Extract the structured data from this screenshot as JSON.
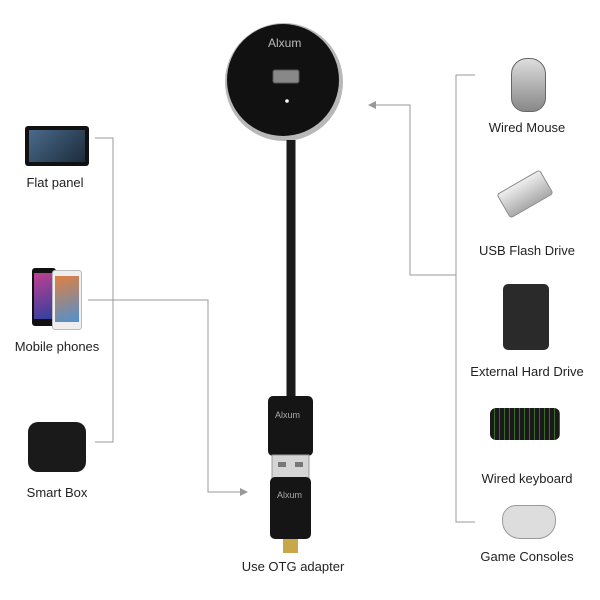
{
  "hub": {
    "brand": "Alxum"
  },
  "adapter": {
    "label": "Use OTG adapter",
    "brand": "Alxum"
  },
  "left_devices": [
    {
      "label": "Flat panel",
      "icon": "tablet-icon"
    },
    {
      "label": "Mobile phones",
      "icon": "phone-icon"
    },
    {
      "label": "Smart Box",
      "icon": "tv-box-icon"
    }
  ],
  "right_devices": [
    {
      "label": "Wired Mouse",
      "icon": "mouse-icon"
    },
    {
      "label": "USB Flash Drive",
      "icon": "usb-flash-icon"
    },
    {
      "label": "External Hard Drive",
      "icon": "hard-drive-icon"
    },
    {
      "label": "Wired keyboard",
      "icon": "keyboard-icon"
    },
    {
      "label": "Game Consoles",
      "icon": "gamepad-icon"
    }
  ]
}
